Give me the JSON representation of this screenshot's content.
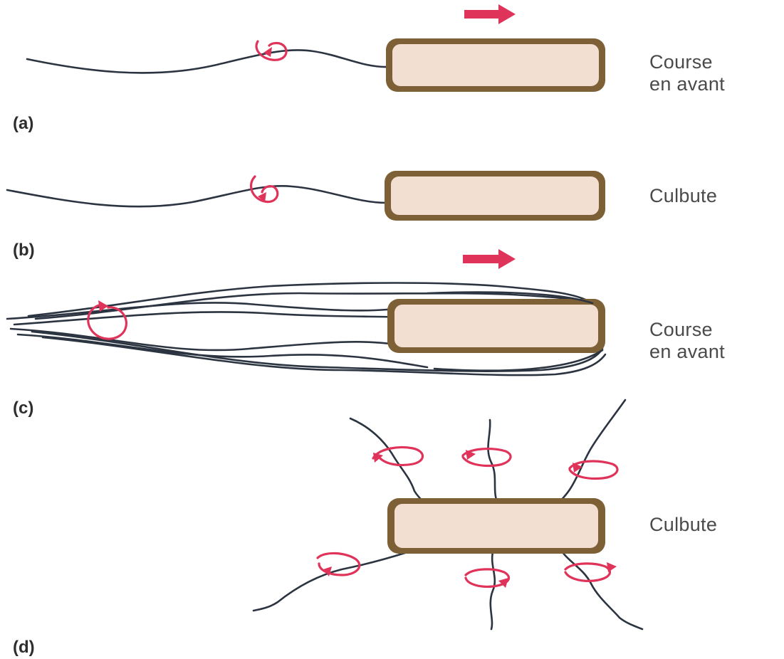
{
  "panels": [
    {
      "letter": "(a)",
      "caption": "Course\nen avant"
    },
    {
      "letter": "(b)",
      "caption": "Culbute"
    },
    {
      "letter": "(c)",
      "caption": "Course\nen avant"
    },
    {
      "letter": "(d)",
      "caption": "Culbute"
    }
  ],
  "colors": {
    "flagellum": "#2b3440",
    "rotation": "#e0335a",
    "cell_wall": "#7d6035",
    "cytoplasm": "#f3dfd2",
    "arrow": "#e0335a",
    "caption_text": "#4a4a4a"
  }
}
